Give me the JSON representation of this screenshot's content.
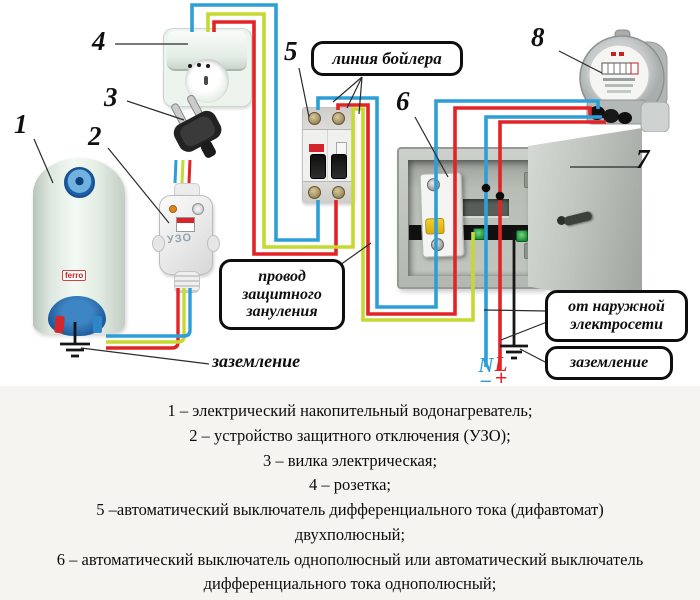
{
  "colors": {
    "wire_blue": "#2d9fd8",
    "wire_red": "#e32427",
    "wire_ground_yellow": "#c6d930",
    "wire_black": "#161616",
    "pointer_line": "#2b2b2b",
    "neutral_label": "#2d9fd8",
    "line_label": "#e32427"
  },
  "markers": {
    "m1": "1",
    "m2": "2",
    "m3": "3",
    "m4": "4",
    "m5": "5",
    "m6": "6",
    "m7": "7",
    "m8": "8"
  },
  "callouts": {
    "boiler_line": "линия бойлера",
    "protective_neutral": "провод защитного зануления",
    "external_grid": "от наружной электросети",
    "grounding_panel": "заземление",
    "grounding_heater": "заземление"
  },
  "terminals": {
    "neutral": "N",
    "line": "L",
    "neutral_sign": "–",
    "line_sign": "+"
  },
  "devices": {
    "uzo_label": "УЗО",
    "heater_brand": "ferro"
  },
  "legend": {
    "items": [
      "1 – электрический накопительный водонагреватель;",
      "2 – устройство защитного отключения (УЗО);",
      "3 – вилка электрическая;",
      "4 – розетка;",
      "5 –автоматический выключатель дифференциального тока (дифавтомат) двухполюсный;",
      "6 – автоматический выключатель однополюсный или автоматический выключатель дифференциального тока однополюсный;"
    ]
  }
}
